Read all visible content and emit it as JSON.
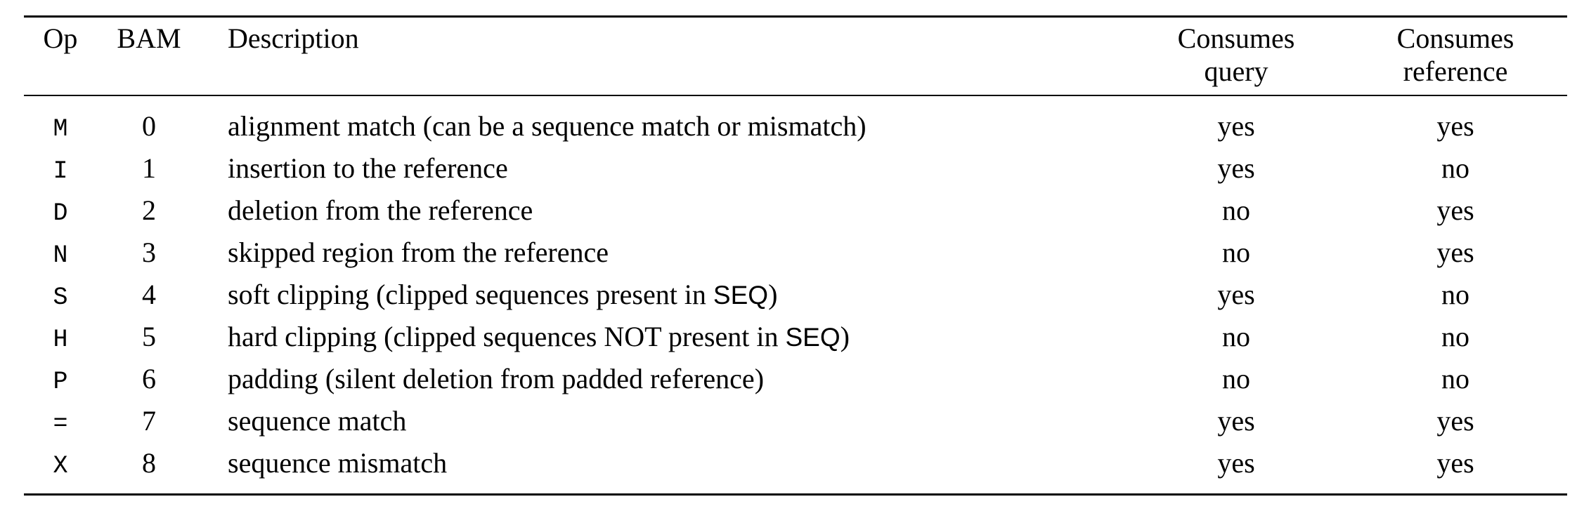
{
  "table": {
    "headers": {
      "op": "Op",
      "bam": "BAM",
      "description": "Description",
      "consumes_query_line1": "Consumes",
      "consumes_query_line2": "query",
      "consumes_reference_line1": "Consumes",
      "consumes_reference_line2": "reference"
    },
    "rows": [
      {
        "op": "M",
        "bam": "0",
        "description": "alignment match (can be a sequence match or mismatch)",
        "consumes_query": "yes",
        "consumes_reference": "yes"
      },
      {
        "op": "I",
        "bam": "1",
        "description": "insertion to the reference",
        "consumes_query": "yes",
        "consumes_reference": "no"
      },
      {
        "op": "D",
        "bam": "2",
        "description": "deletion from the reference",
        "consumes_query": "no",
        "consumes_reference": "yes"
      },
      {
        "op": "N",
        "bam": "3",
        "description": "skipped region from the reference",
        "consumes_query": "no",
        "consumes_reference": "yes"
      },
      {
        "op": "S",
        "bam": "4",
        "description_pre": "soft clipping (clipped sequences present in ",
        "description_mono": "SEQ",
        "description_post": ")",
        "description": "soft clipping (clipped sequences present in SEQ)",
        "consumes_query": "yes",
        "consumes_reference": "no"
      },
      {
        "op": "H",
        "bam": "5",
        "description_pre": "hard clipping (clipped sequences NOT present in ",
        "description_mono": "SEQ",
        "description_post": ")",
        "description": "hard clipping (clipped sequences NOT present in SEQ)",
        "consumes_query": "no",
        "consumes_reference": "no"
      },
      {
        "op": "P",
        "bam": "6",
        "description": "padding (silent deletion from padded reference)",
        "consumes_query": "no",
        "consumes_reference": "no"
      },
      {
        "op": "=",
        "bam": "7",
        "description": "sequence match",
        "consumes_query": "yes",
        "consumes_reference": "yes"
      },
      {
        "op": "X",
        "bam": "8",
        "description": "sequence mismatch",
        "consumes_query": "yes",
        "consumes_reference": "yes"
      }
    ]
  },
  "colors": {
    "text": "#000000",
    "background": "#ffffff",
    "rule": "#000000"
  }
}
